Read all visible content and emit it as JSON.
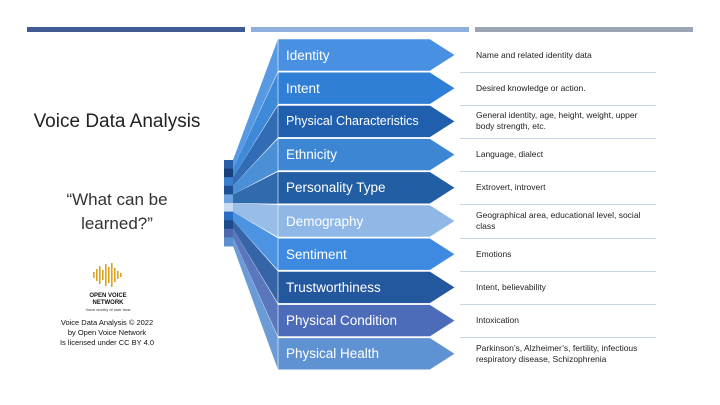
{
  "title": "Voice Data Analysis",
  "subtitle": "“What can be learned?”",
  "logo": {
    "name_line1": "OPEN VOICE",
    "name_line2": "NETWORK",
    "tagline": "Voice worthy of user trust"
  },
  "credit": [
    "Voice Data Analysis © 2022",
    "by Open Voice Network",
    "Is licensed under CC BY 4.0"
  ],
  "colors": {
    "topbar_dark": "#3f5a94",
    "topbar_light": "#8fb0dd",
    "topbar_gray": "#9ca5b3"
  },
  "categories": [
    {
      "label": "Identity",
      "description": "Name and related identity data",
      "color": "#4a90e2"
    },
    {
      "label": "Intent",
      "description": "Desired knowledge or action.",
      "color": "#2f7fd6"
    },
    {
      "label": "Physical Characteristics",
      "description": "General identity, age, height, weight, upper body strength, etc.",
      "color": "#1f5fae"
    },
    {
      "label": "Ethnicity",
      "description": "Language, dialect",
      "color": "#3c86d4"
    },
    {
      "label": "Personality Type",
      "description": "Extrovert, introvert",
      "color": "#215ea4"
    },
    {
      "label": "Demography",
      "description": "Geographical area, educational level, social class",
      "color": "#8fb8e6"
    },
    {
      "label": "Sentiment",
      "description": "Emotions",
      "color": "#3d8ae0"
    },
    {
      "label": "Trustworthiness",
      "description": "Intent, believability",
      "color": "#24589e"
    },
    {
      "label": "Physical Condition",
      "description": "Intoxication",
      "color": "#4c6bb8"
    },
    {
      "label": "Physical Health",
      "description": "Parkinson’s, Alzheimer’s, fertility, infectious respiratory disease, Schizophrenia",
      "color": "#5e92d2"
    }
  ]
}
